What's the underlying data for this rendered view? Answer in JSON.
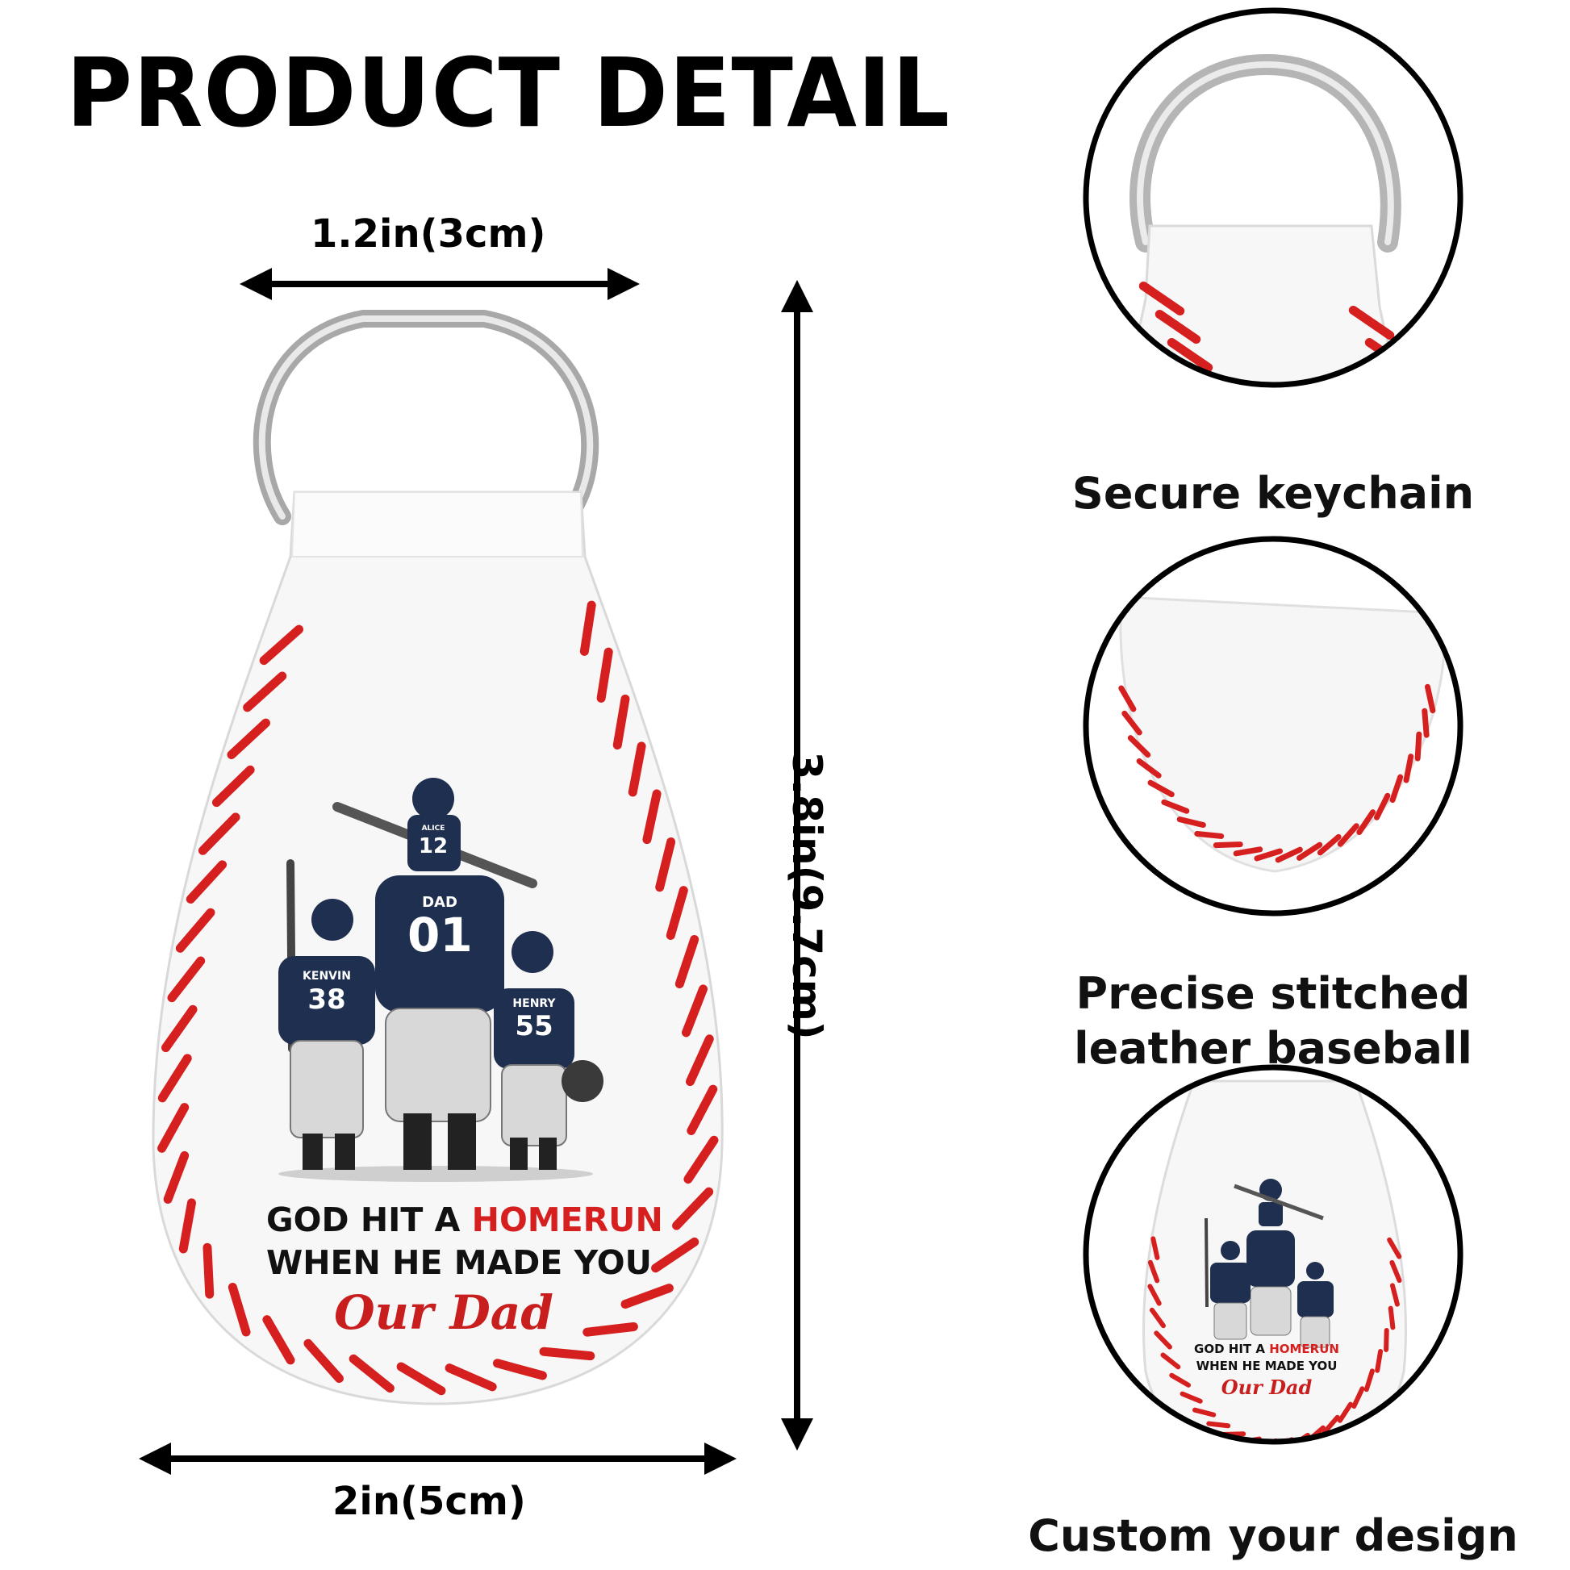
{
  "header": {
    "title": "PRODUCT DETAIL"
  },
  "dimensions": {
    "top_width": "1.2in(3cm)",
    "bottom_width": "2in(5cm)",
    "height": "3.8in(9.7cm)"
  },
  "product": {
    "line1_prefix": "GOD HIT A ",
    "line1_highlight": "HOMERUN",
    "line2": "WHEN HE MADE YOU",
    "line3": "Our Dad",
    "figures": {
      "top_child": {
        "name": "ALICE",
        "number": "12"
      },
      "father": {
        "name": "DAD",
        "number": "01"
      },
      "left_child": {
        "name": "KENVIN",
        "number": "38"
      },
      "right_child": {
        "name": "HENRY",
        "number": "55"
      }
    }
  },
  "features": [
    {
      "label": "Secure keychain"
    },
    {
      "label": "Precise stitched\nleather baseball"
    },
    {
      "label": "Custom your design"
    }
  ],
  "colors": {
    "stitch_red": "#d62020",
    "jersey_navy": "#1f2f4f",
    "ring_silver": "#b9b9b9"
  }
}
